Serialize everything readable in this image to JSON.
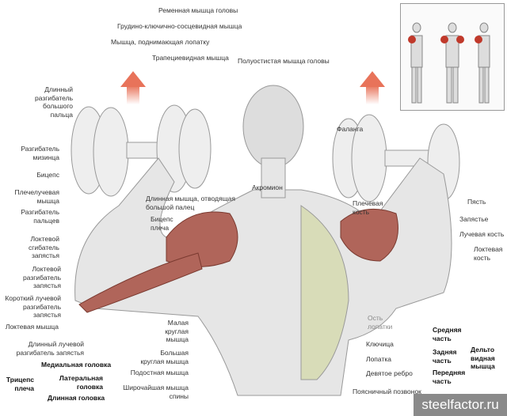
{
  "labels": {
    "l1": "Длинный\nразгибатель\nбольшого пальца",
    "l2": "Разгибатель\nмизинца",
    "l3": "Бицепс",
    "l4": "Плечелучевая\nмышца",
    "l5": "Разгибатель\nпальцев",
    "l6": "Локтевой\nсгибатель\nзапястья",
    "l7": "Локтевой\nразгибатель\nзапястья",
    "l8": "Короткий лучевой\nразгибатель\nзапястья",
    "l9": "Локтевая мышца",
    "l10": "Длинный лучевой\nразгибатель запястья",
    "l11": "Медиальная головка",
    "l12": "Латеральная\nголовка",
    "l13": "Длинная головка",
    "l14": "Трицепс\nплеча",
    "t1": "Ременная мышца головы",
    "t2": "Грудино-ключично-сосцевидная мышца",
    "t3": "Мышца, поднимающая лопатку",
    "t4": "Трапециевидная мышца",
    "t5": "Полуостистая мышца головы",
    "m1": "Длинная мышца, отводящая\nбольшой палец",
    "m2": "Бицепс\nплеча",
    "m3": "Акромион",
    "m4": "Малая\nкруглая\nмышца",
    "m5": "Большая\nкруглая мышца",
    "m6": "Подостная мышца",
    "m7": "Широчайшая мышца\nспины",
    "r1": "Фаланга",
    "r2": "Пясть",
    "r3": "Запястье",
    "r4": "Лучевая кость",
    "r5": "Локтевая\nкость",
    "r6": "Плечевая\nкость",
    "r7": "Ость\nлопатки",
    "r8": "Ключица",
    "r9": "Лопатка",
    "r10": "Девятое ребро",
    "r11": "Поясничный позвонок",
    "r12": "Средняя\nчасть",
    "r13": "Задняя\nчасть",
    "r14": "Передняя\nчасть",
    "r15": "Дельто\nвидная\nмышца"
  },
  "watermark": "steelfactor.ru",
  "colors": {
    "muscle": "#b0655a",
    "arrow": "#e8735a"
  }
}
